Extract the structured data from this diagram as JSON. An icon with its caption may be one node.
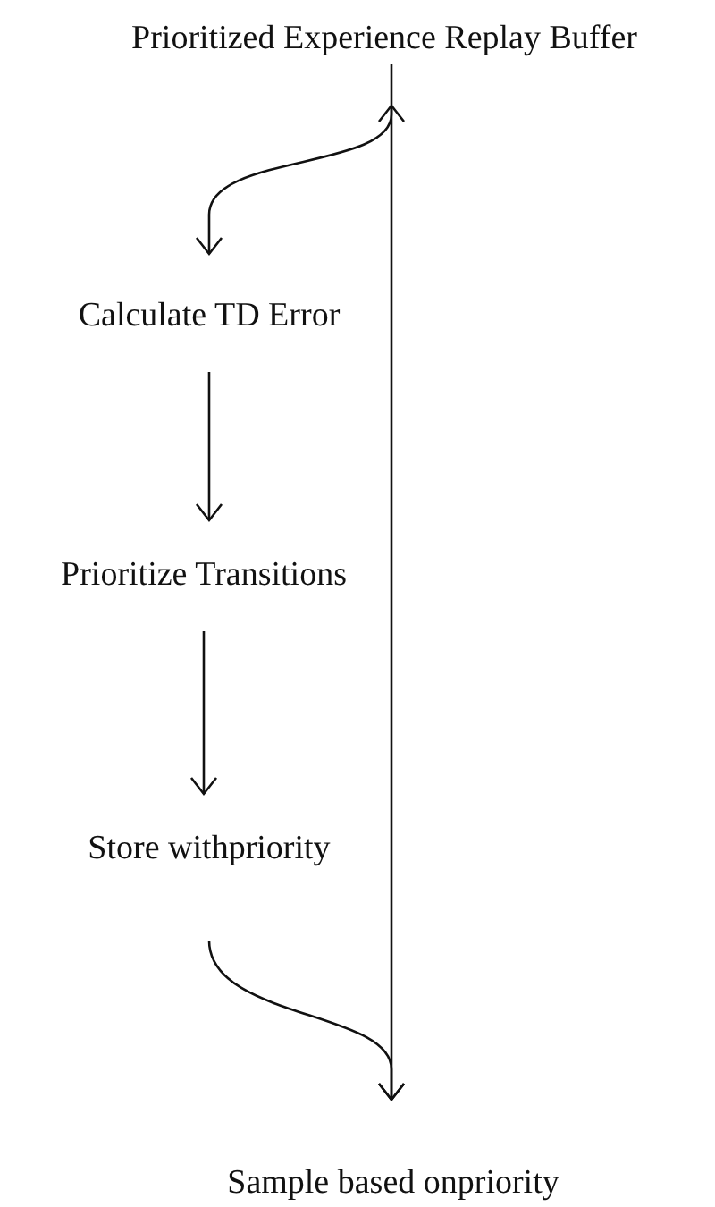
{
  "diagram": {
    "nodes": [
      {
        "text": [
          "Prioritized Experience Replay Buffer"
        ]
      },
      {
        "text": [
          "Calculate TD Error"
        ]
      },
      {
        "text": [
          "Prioritize Transitions"
        ]
      },
      {
        "text": [
          "Store withpriority"
        ]
      },
      {
        "text": [
          "Sample based onpriority"
        ]
      }
    ],
    "edges": [
      {
        "from": 0,
        "to": 1,
        "arrow": "to"
      },
      {
        "from": 1,
        "to": 2,
        "arrow": "to"
      },
      {
        "from": 2,
        "to": 3,
        "arrow": "to"
      },
      {
        "from": 3,
        "to": 4,
        "arrow": "to"
      },
      {
        "from": 4,
        "to": 0,
        "arrow": "both"
      }
    ]
  }
}
